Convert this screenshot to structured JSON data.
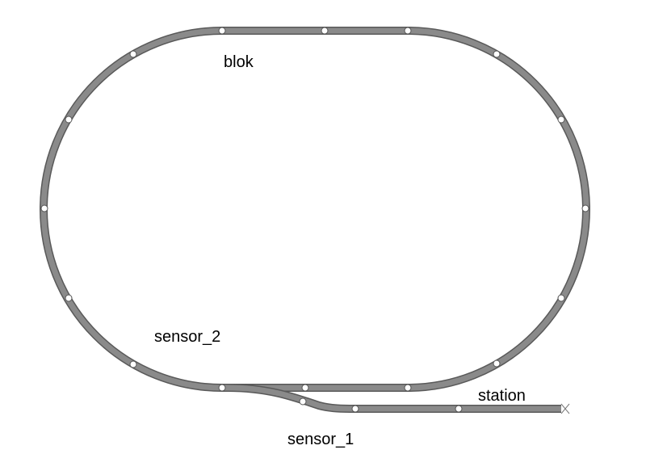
{
  "labels": {
    "blok": "blok",
    "sensor_2": "sensor_2",
    "sensor_1": "sensor_1",
    "station": "station"
  },
  "colors": {
    "track": "#8a8a8a",
    "track_edge": "#595959",
    "background": "#ffffff"
  }
}
